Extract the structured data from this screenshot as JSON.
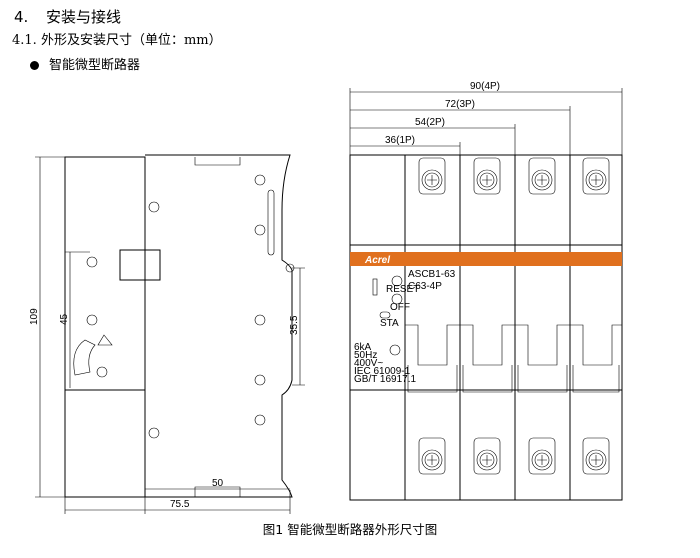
{
  "section": {
    "number": "4.",
    "title": "安装与接线"
  },
  "subsection": {
    "number": "4.1.",
    "title": "外形及安装尺寸（单位：mm）"
  },
  "bullet": "智能微型断路器",
  "side_view": {
    "dims": {
      "height": "109",
      "mid": "45",
      "rail": "35.5",
      "depth_inner": "50",
      "depth": "75.5"
    }
  },
  "front_view": {
    "dims": {
      "p4": "90(4P)",
      "p3": "72(3P)",
      "p2": "54(2P)",
      "p1": "36(1P)"
    },
    "brand": "Acrel",
    "model": "ASCB1-63",
    "rating": "C63-4P",
    "reset": "RESET",
    "off": "OFF",
    "sta": "STA",
    "specs": [
      "6kA",
      "50Hz",
      "400V~",
      "IEC 61009-1",
      "GB/T 16917.1"
    ],
    "accent": "#e0701e"
  },
  "caption": "图1 智能微型断路器外形尺寸图"
}
